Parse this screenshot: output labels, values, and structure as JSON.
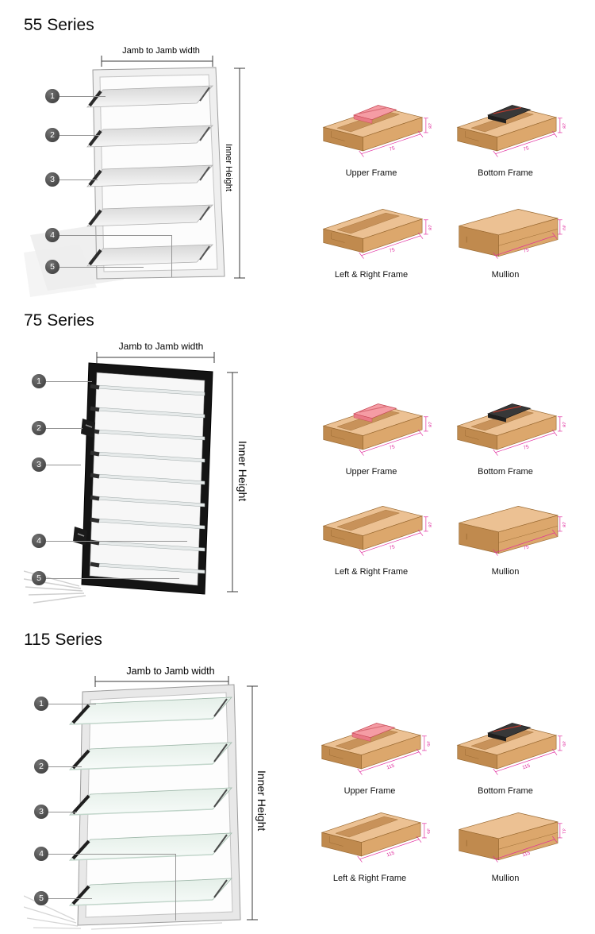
{
  "sections": [
    {
      "title": "55 Series",
      "diagram": {
        "width_label": "Jamb to Jamb width",
        "height_label": "Inner Height",
        "callouts": [
          "1",
          "2",
          "3",
          "4",
          "5"
        ]
      },
      "profiles": [
        {
          "label": "Upper Frame",
          "width_dim": "75",
          "height_dim": "28"
        },
        {
          "label": "Bottom Frame",
          "width_dim": "75",
          "height_dim": "28"
        },
        {
          "label": "Left & Right Frame",
          "width_dim": "75",
          "height_dim": "28"
        },
        {
          "label": "Mullion",
          "width_dim": "75",
          "height_dim": "30"
        }
      ]
    },
    {
      "title": "75 Series",
      "diagram": {
        "width_label": "Jamb to Jamb width",
        "height_label": "Inner Height",
        "callouts": [
          "1",
          "2",
          "3",
          "4",
          "5"
        ]
      },
      "profiles": [
        {
          "label": "Upper Frame",
          "width_dim": "75",
          "height_dim": "28"
        },
        {
          "label": "Bottom Frame",
          "width_dim": "75",
          "height_dim": "28"
        },
        {
          "label": "Left & Right Frame",
          "width_dim": "75",
          "height_dim": "28"
        },
        {
          "label": "Mullion",
          "width_dim": "75",
          "height_dim": "28"
        }
      ]
    },
    {
      "title": "115 Series",
      "diagram": {
        "width_label": "Jamb to Jamb width",
        "height_label": "Inner Height",
        "callouts": [
          "1",
          "2",
          "3",
          "4",
          "5"
        ]
      },
      "profiles": [
        {
          "label": "Upper Frame",
          "width_dim": "115",
          "height_dim": "36"
        },
        {
          "label": "Bottom Frame",
          "width_dim": "115",
          "height_dim": "36"
        },
        {
          "label": "Left & Right Frame",
          "width_dim": "115",
          "height_dim": "36"
        },
        {
          "label": "Mullion",
          "width_dim": "115",
          "height_dim": "31"
        }
      ]
    }
  ]
}
